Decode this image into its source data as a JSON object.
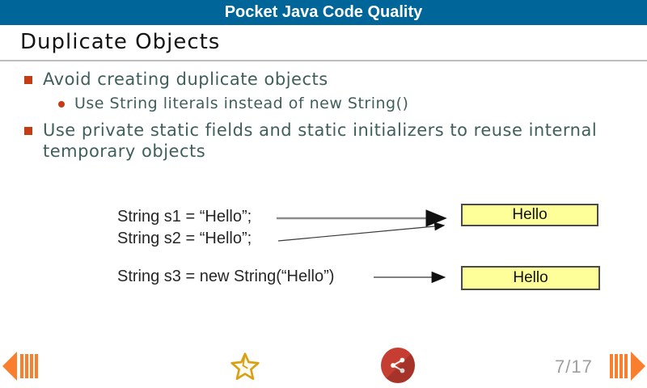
{
  "app": {
    "title": "Pocket Java Code Quality",
    "title_bar_color": "#006699"
  },
  "slide": {
    "title": "Duplicate Objects",
    "bullets": [
      {
        "level": 1,
        "marker": "square-bullet",
        "text": "Avoid creating duplicate objects"
      },
      {
        "level": 2,
        "marker": "round-bullet",
        "text": "Use String literals instead of new String()"
      },
      {
        "level": 1,
        "marker": "square-bullet",
        "text": "Use private static fields and static initializers to reuse internal temporary objects"
      }
    ],
    "diagram": {
      "code_lines": [
        "String s1 = “Hello”;",
        "String s2 = “Hello”;",
        "String s3 = new String(“Hello”)"
      ],
      "boxes": [
        {
          "label": "Hello"
        },
        {
          "label": "Hello"
        }
      ],
      "box_fill": "#ffff99",
      "box_border": "#4a4a4a"
    },
    "colors": {
      "bullet_text": "#3f5f5c",
      "bullet_marker": "#c43c13",
      "title_text": "#141414"
    }
  },
  "footer": {
    "page_indicator": "7/17",
    "icons": {
      "prev": "prev-slide-icon",
      "favorite": "star-icon",
      "share": "share-icon",
      "next": "next-slide-icon"
    },
    "colors": {
      "nav_orange": "#f97e2e",
      "star_gold": "#d9a013",
      "share_red": "#c63d31",
      "page_text": "#9e9e9e"
    }
  }
}
